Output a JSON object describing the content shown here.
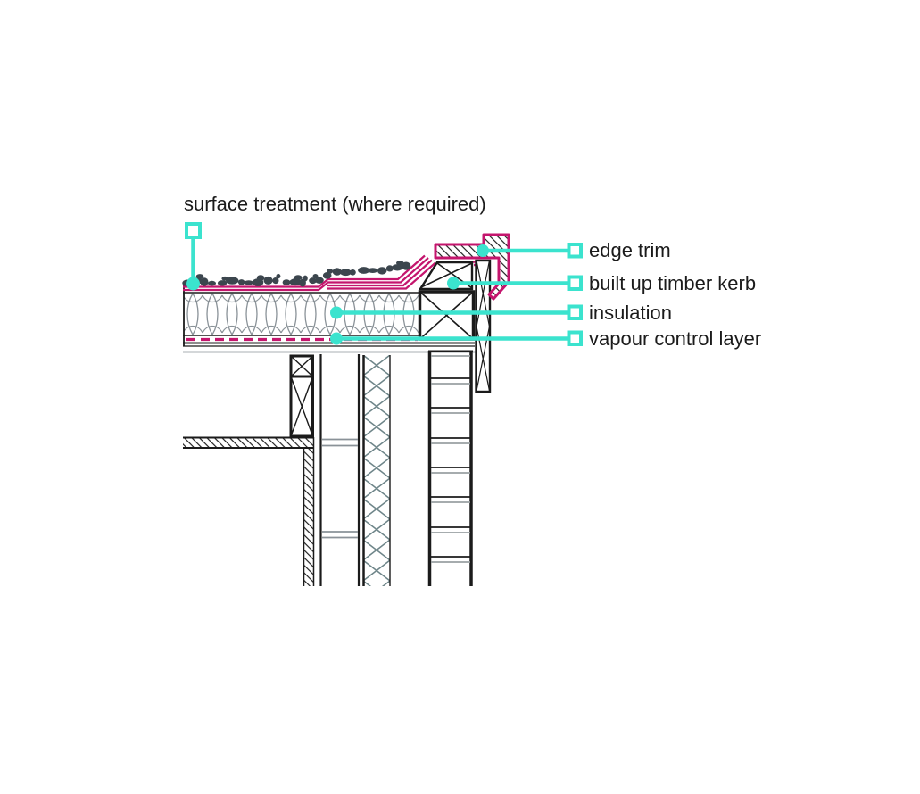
{
  "diagram": {
    "title": "surface treatment (where required)",
    "callouts": [
      {
        "id": "edge-trim",
        "text": "edge trim"
      },
      {
        "id": "built-up-timber-kerb",
        "text": "built up timber kerb"
      },
      {
        "id": "insulation",
        "text": "insulation"
      },
      {
        "id": "vapour-control-layer",
        "text": "vapour control layer"
      }
    ],
    "colors": {
      "leader_teal": "#3BE3CE",
      "membrane_magenta": "#C4156D",
      "ink_black": "#1B1B1B",
      "gravel_grey": "#3C464E",
      "soft_grey": "#8A9298"
    }
  }
}
